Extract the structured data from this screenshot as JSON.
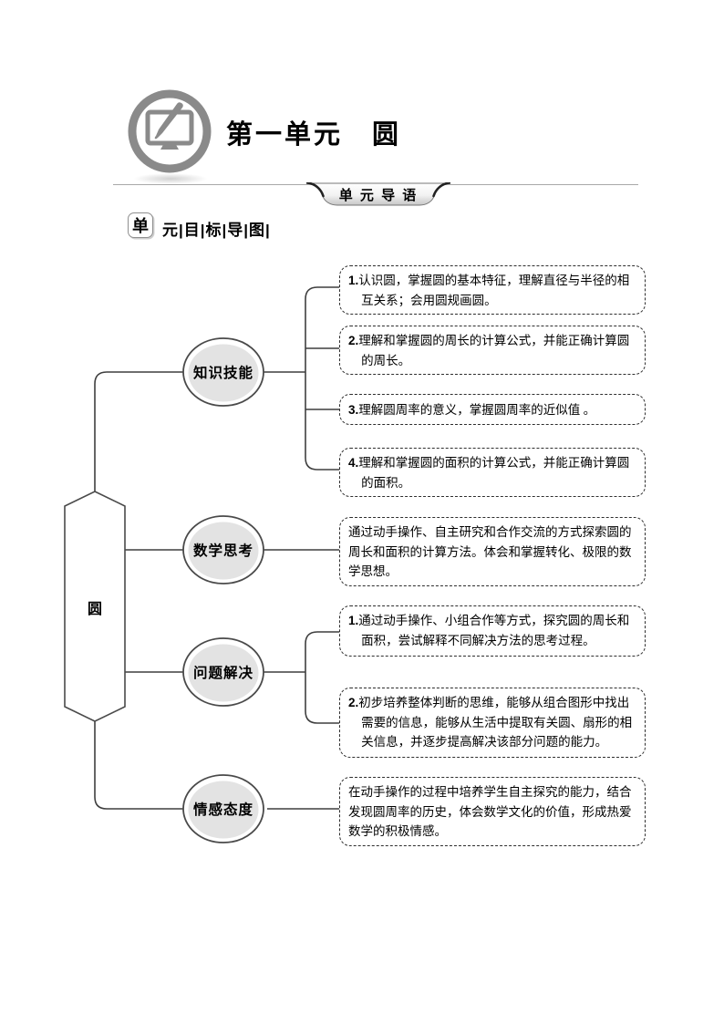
{
  "header": {
    "title": "第一单元　圆",
    "icon": "monitor-pencil-icon"
  },
  "banner": {
    "label": "单 元 导 语"
  },
  "section_label": {
    "badge": "单",
    "text": "元|目|标|导|图|"
  },
  "diagram": {
    "root_label": "圆",
    "branches": [
      {
        "label": "知识技能",
        "items": [
          {
            "num": "1.",
            "text": "认识圆，掌握圆的基本特征，理解直径与半径的相互关系；会用圆规画圆。"
          },
          {
            "num": "2.",
            "text": "理解和掌握圆的周长的计算公式，并能正确计算圆的周长。"
          },
          {
            "num": "3.",
            "text": "理解圆周率的意义，掌握圆周率的近似值 。"
          },
          {
            "num": "4.",
            "text": "理解和掌握圆的面积的计算公式，并能正确计算圆的面积。"
          }
        ]
      },
      {
        "label": "数学思考",
        "items": [
          {
            "num": "",
            "text": "通过动手操作、自主研究和合作交流的方式探索圆的周长和面积的计算方法。体会和掌握转化、极限的数学思想。"
          }
        ]
      },
      {
        "label": "问题解决",
        "items": [
          {
            "num": "1.",
            "text": "通过动手操作、小组合作等方式，探究圆的周长和面积，尝试解释不同解决方法的思考过程。"
          },
          {
            "num": "2.",
            "text": "初步培养整体判断的思维，能够从组合图形中找出需要的信息，能够从生活中提取有关圆、扇形的相关信息，并逐步提高解决该部分问题的能力。"
          }
        ]
      },
      {
        "label": "情感态度",
        "items": [
          {
            "num": "",
            "text": "在动手操作的过程中培养学生自主探究的能力，结合发现圆周率的历史，体会数学文化的价值，形成热爱数学的积极情感。"
          }
        ]
      }
    ]
  },
  "colors": {
    "node_fill": "#e3e3e3",
    "node_border": "#4a4a4a",
    "connector": "#3f3f3f",
    "icon_gray": "#8a8a8a",
    "rule_gray": "#a8a8a8"
  }
}
